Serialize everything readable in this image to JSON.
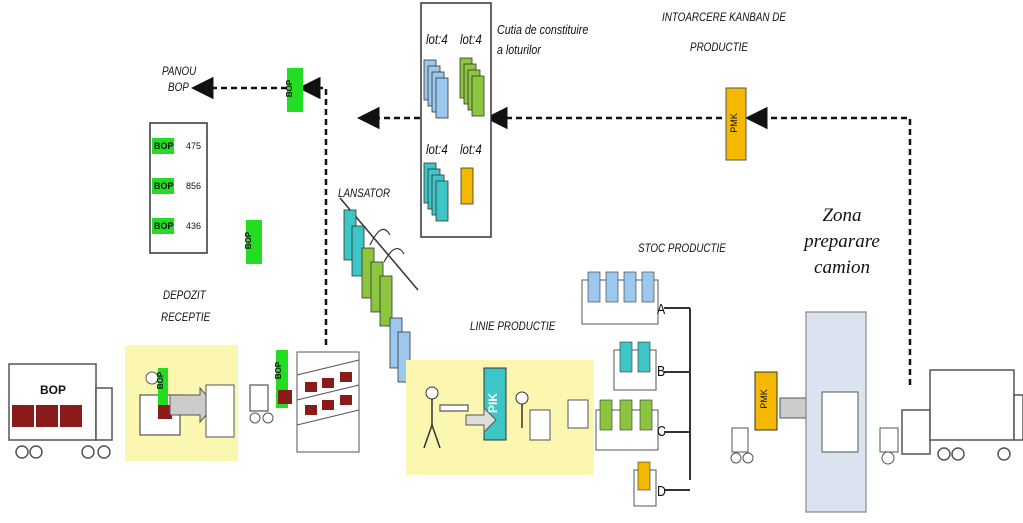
{
  "labels": {
    "panou_line1": "PANOU",
    "panou_line2": "BOP",
    "cutia_line1": "Cutia de constituire",
    "cutia_line2": "a loturilor",
    "intoarcere_line1": "INTOARCERE KANBAN DE",
    "intoarcere_line2": "PRODUCTIE",
    "lansator": "LANSATOR",
    "depozit_line1": "DEPOZIT",
    "depozit_line2": "RECEPTIE",
    "stoc": "STOC PRODUCTIE",
    "linie": "LINIE PRODUCTIE",
    "zona_line1": "Zona",
    "zona_line2": "preparare",
    "zona_line3": "camion"
  },
  "lots": [
    "lot:4",
    "lot:4",
    "lot:4",
    "lot:4"
  ],
  "panou_rows": [
    {
      "tag": "BOP",
      "value": "475"
    },
    {
      "tag": "BOP",
      "value": "856"
    },
    {
      "tag": "BOP",
      "value": "436"
    }
  ],
  "truck_left": {
    "label": "BOP"
  },
  "stock_rows": [
    "A",
    "B",
    "C",
    "D"
  ],
  "tags": {
    "bop": "BOP",
    "pik": "PIK",
    "pmk": "PMK"
  },
  "colors": {
    "bop_green": "#22dd22",
    "lot_blue": "#9cc8f0",
    "lot_green": "#8cc63f",
    "lot_teal": "#3ec6c6",
    "kanban_orange": "#f5b800",
    "zone_yellow": "#fbf7b0",
    "truck_zone": "#dce3f0",
    "box_red": "#8b1a1a"
  }
}
